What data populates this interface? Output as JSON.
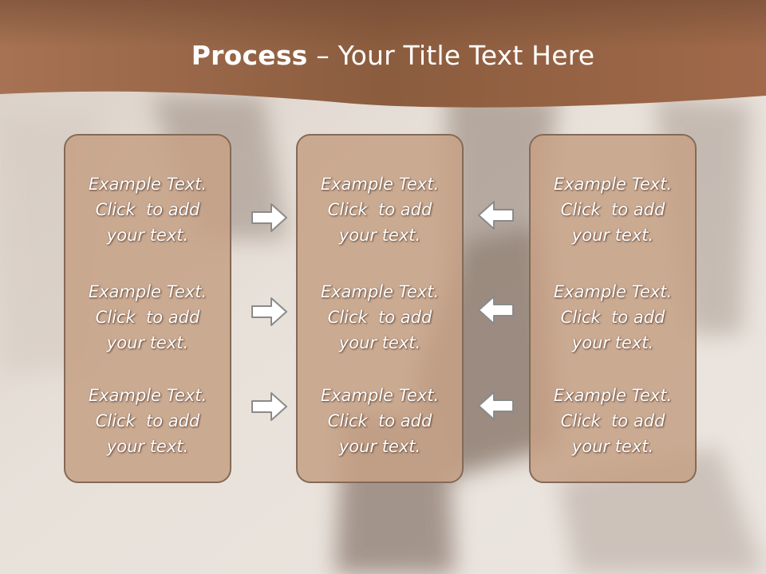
{
  "slide": {
    "title_bold": "Process",
    "title_rest": " – Your Title Text Here"
  },
  "panels": [
    {
      "items": [
        {
          "l1": "Example Text.",
          "l2": "Click  to add",
          "l3": "your text."
        },
        {
          "l1": "Example Text.",
          "l2": "Click  to add",
          "l3": "your text."
        },
        {
          "l1": "Example Text.",
          "l2": "Click  to add",
          "l3": "your text."
        }
      ]
    },
    {
      "items": [
        {
          "l1": "Example Text.",
          "l2": "Click  to add",
          "l3": "your text."
        },
        {
          "l1": "Example Text.",
          "l2": "Click  to add",
          "l3": "your text."
        },
        {
          "l1": "Example Text.",
          "l2": "Click  to add",
          "l3": "your text."
        }
      ]
    },
    {
      "items": [
        {
          "l1": "Example Text.",
          "l2": "Click  to add",
          "l3": "your text."
        },
        {
          "l1": "Example Text.",
          "l2": "Click  to add",
          "l3": "your text."
        },
        {
          "l1": "Example Text.",
          "l2": "Click  to add",
          "l3": "your text."
        }
      ]
    }
  ],
  "icons": {
    "left_arrows": "arrow-right-icon",
    "right_arrows": "arrow-left-icon"
  },
  "colors": {
    "header_band": "#8a5a3c",
    "panel_fill": "#c6a186",
    "panel_border": "#846a57"
  }
}
